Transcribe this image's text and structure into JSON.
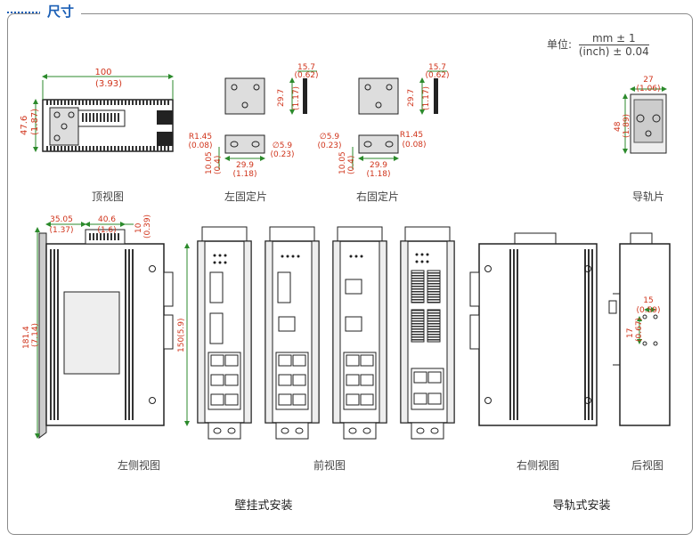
{
  "header": {
    "title": "尺寸"
  },
  "units": {
    "prefix": "单位:",
    "numerator": "mm ± 1",
    "denominator": "(inch) ± 0.04"
  },
  "views": {
    "top": "顶视图",
    "left_bracket": "左固定片",
    "right_bracket": "右固定片",
    "rail_clip": "导轨片",
    "left_side": "左侧视图",
    "front": "前视图",
    "right_side": "右侧视图",
    "rear": "后视图"
  },
  "sections": {
    "wall_mount": "壁挂式安装",
    "rail_mount": "导轨式安装"
  },
  "dimensions": {
    "top_width": "100",
    "top_width_in": "(3.93)",
    "top_height": "47.6",
    "top_height_in": "(1.87)",
    "br_l_top": "15.7",
    "br_l_top_in": "(0.62)",
    "br_l_h": "29.7",
    "br_l_h_in": "(1.17)",
    "br_l_r": "R1.45",
    "br_l_r_in": "(0.08)",
    "br_l_d": "∅5.9",
    "br_l_d_in": "(0.23)",
    "br_l_w": "29.9",
    "br_l_w_in": "(1.18)",
    "br_l_v": "10.05",
    "br_l_v_in": "(0.4)",
    "br_r_top": "15.7",
    "br_r_top_in": "(0.62)",
    "br_r_h": "29.7",
    "br_r_h_in": "(1.17)",
    "br_r_d": "∅5.9",
    "br_r_d_in": "(0.23)",
    "br_r_r": "R1.45",
    "br_r_r_in": "(0.08)",
    "br_r_w": "29.9",
    "br_r_w_in": "(1.18)",
    "br_r_v": "10.05",
    "br_r_v_in": "(0.4)",
    "rail_w": "27",
    "rail_w_in": "(1.06)",
    "rail_h": "48",
    "rail_h_in": "(1.89)",
    "side_a": "35.05",
    "side_a_in": "(1.37)",
    "side_b": "40.6",
    "side_b_in": "(1.6)",
    "side_c": "10",
    "side_c_in": "(0.39)",
    "side_h": "181.4",
    "side_h_in": "(7.14)",
    "side_h2": "150(5.9)",
    "rear_w": "15",
    "rear_w_in": "(0.59)",
    "rear_h": "17",
    "rear_h_in": "(0.67)"
  }
}
